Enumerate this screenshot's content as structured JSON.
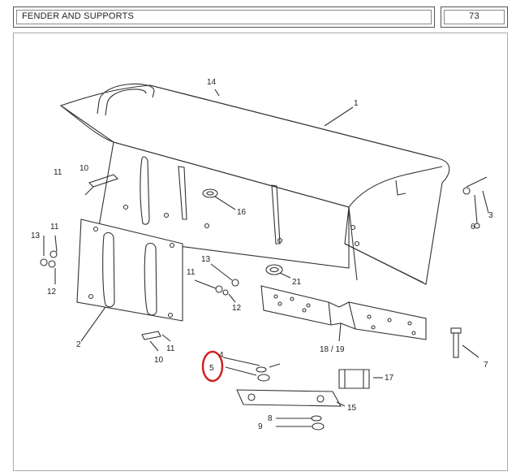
{
  "header": {
    "title": "FENDER AND SUPPORTS",
    "page_number": "73"
  },
  "callouts": {
    "c1": "1",
    "c2": "2",
    "c3": "3",
    "c4": "4",
    "c5": "5",
    "c6": "6",
    "c7": "7",
    "c8": "8",
    "c9": "9",
    "c10a": "10",
    "c10b": "10",
    "c11a": "11",
    "c11b": "11",
    "c11c": "11",
    "c11d": "11",
    "c12a": "12",
    "c12b": "12",
    "c13a": "13",
    "c13b": "13",
    "c14": "14",
    "c15": "15",
    "c16": "16",
    "c17": "17",
    "c1819": "18 / 19",
    "c21": "21"
  },
  "colors": {
    "line": "#333333",
    "highlight": "#cc2222"
  }
}
